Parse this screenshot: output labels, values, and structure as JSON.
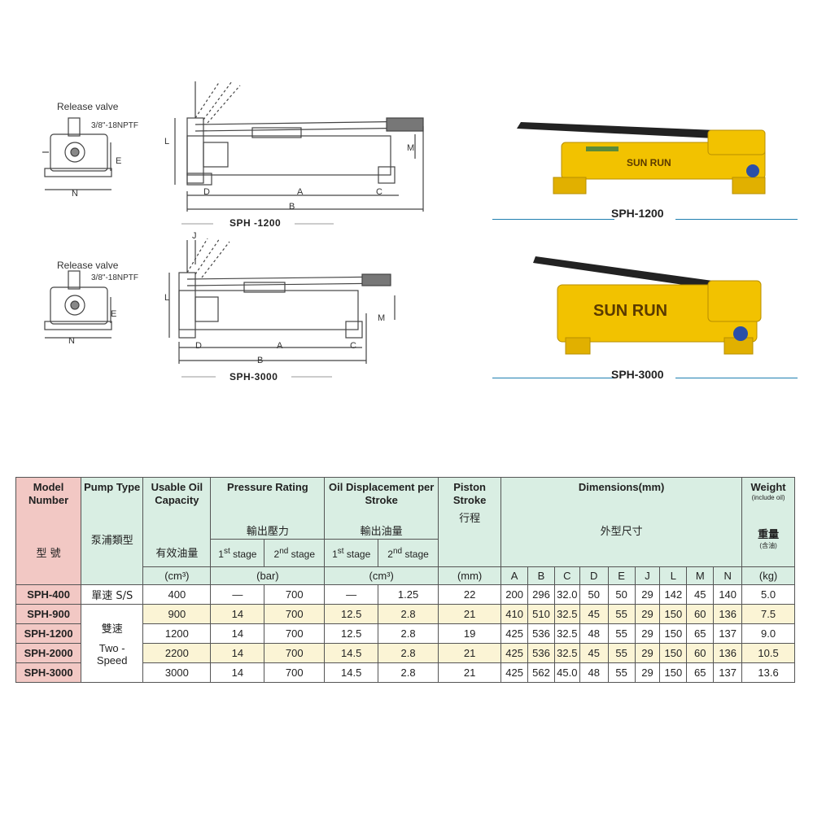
{
  "diagrams": {
    "top": {
      "release_valve": "Release valve",
      "thread": "3/8\"-18NPTF",
      "dim_E": "E",
      "dim_N": "N",
      "dim_L": "L",
      "dim_M": "M",
      "dim_D": "D",
      "dim_A": "A",
      "dim_C": "C",
      "dim_B": "B",
      "caption": "SPH -1200"
    },
    "bottom": {
      "release_valve": "Release valve",
      "thread": "3/8\"-18NPTF",
      "dim_J": "J",
      "dim_E": "E",
      "dim_N": "N",
      "dim_L": "L",
      "dim_M": "M",
      "dim_D": "D",
      "dim_A": "A",
      "dim_C": "C",
      "dim_B": "B",
      "caption": "SPH-3000"
    }
  },
  "photos": {
    "top": {
      "brand": "SUN RUN",
      "caption": "SPH-1200"
    },
    "bottom": {
      "brand": "SUN RUN",
      "caption": "SPH-3000"
    }
  },
  "table": {
    "headers": {
      "model_en": "Model Number",
      "model_zh": "型 號",
      "pump_en": "Pump Type",
      "pump_zh": "泵浦類型",
      "usable_en": "Usable Oil Capacity",
      "usable_zh": "有效油量",
      "usable_unit": "(cm³)",
      "pressure_en": "Pressure Rating",
      "pressure_zh": "輸出壓力",
      "pressure_unit": "(bar)",
      "oil_en": "Oil Displacement per Stroke",
      "oil_zh": "輸出油量",
      "oil_unit": "(cm³)",
      "stage1": "1st stage",
      "stage2": "2nd stage",
      "piston_en": "Piston Stroke",
      "piston_zh": "行程",
      "piston_unit": "(mm)",
      "dims_en": "Dimensions(mm)",
      "dims_zh": "外型尺寸",
      "weight_en": "Weight",
      "weight_note": "(include oil)",
      "weight_zh": "重量",
      "weight_zh_note": "(含油)",
      "weight_unit": "(kg)",
      "dim_cols": [
        "A",
        "B",
        "C",
        "D",
        "E",
        "J",
        "L",
        "M",
        "N"
      ]
    },
    "pump_single": "單速 S/S",
    "pump_two_zh": "雙速",
    "pump_two_en": "Two - Speed",
    "rows": [
      {
        "model": "SPH-400",
        "usable": "400",
        "p1": "—",
        "p2": "700",
        "o1": "—",
        "o2": "1.25",
        "stroke": "22",
        "dims": [
          "200",
          "296",
          "32.0",
          "50",
          "50",
          "29",
          "142",
          "45",
          "140"
        ],
        "weight": "5.0"
      },
      {
        "model": "SPH-900",
        "usable": "900",
        "p1": "14",
        "p2": "700",
        "o1": "12.5",
        "o2": "2.8",
        "stroke": "21",
        "dims": [
          "410",
          "510",
          "32.5",
          "45",
          "55",
          "29",
          "150",
          "60",
          "136"
        ],
        "weight": "7.5"
      },
      {
        "model": "SPH-1200",
        "usable": "1200",
        "p1": "14",
        "p2": "700",
        "o1": "12.5",
        "o2": "2.8",
        "stroke": "19",
        "dims": [
          "425",
          "536",
          "32.5",
          "48",
          "55",
          "29",
          "150",
          "65",
          "137"
        ],
        "weight": "9.0"
      },
      {
        "model": "SPH-2000",
        "usable": "2200",
        "p1": "14",
        "p2": "700",
        "o1": "14.5",
        "o2": "2.8",
        "stroke": "21",
        "dims": [
          "425",
          "536",
          "32.5",
          "45",
          "55",
          "29",
          "150",
          "60",
          "136"
        ],
        "weight": "10.5"
      },
      {
        "model": "SPH-3000",
        "usable": "3000",
        "p1": "14",
        "p2": "700",
        "o1": "14.5",
        "o2": "2.8",
        "stroke": "21",
        "dims": [
          "425",
          "562",
          "45.0",
          "48",
          "55",
          "29",
          "150",
          "65",
          "137"
        ],
        "weight": "13.6"
      }
    ]
  }
}
